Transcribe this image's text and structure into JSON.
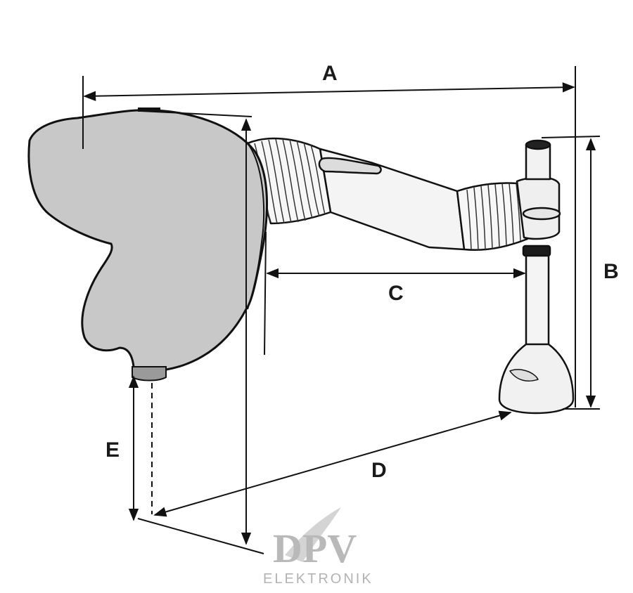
{
  "dimensions": {
    "a": "A",
    "b": "B",
    "c": "C",
    "d": "D",
    "e": "E"
  },
  "logo": {
    "text": "DPV",
    "subtext": "ELEKTRONIK"
  },
  "colors": {
    "hood_fill": "#c8c8c8",
    "outline": "#111111",
    "arm_fill": "#f4f4f4",
    "logo": "#b9b9b9"
  }
}
